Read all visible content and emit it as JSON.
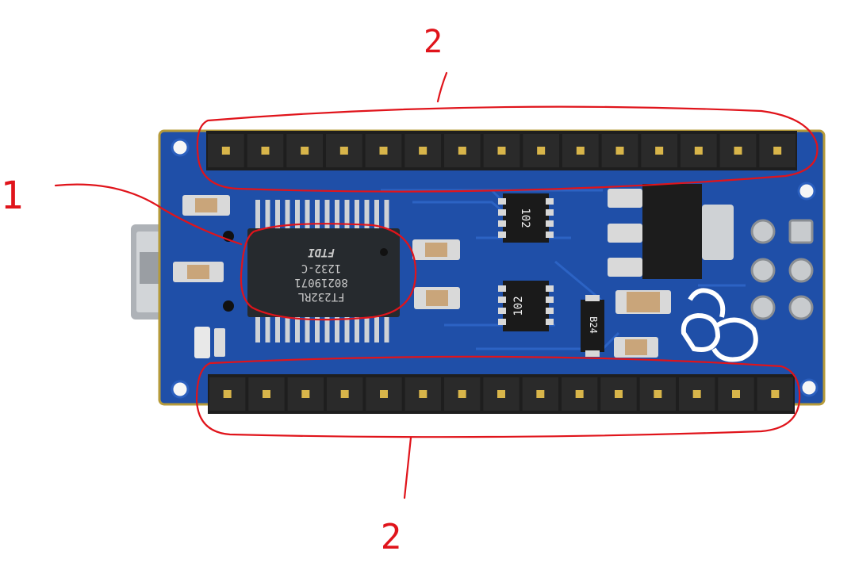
{
  "image": {
    "subject": "Arduino Nano board, bottom side, with hand-drawn red annotations",
    "colors": {
      "background": "#ffffff",
      "pcb": "#1f4fa8",
      "pcb_dark": "#163d86",
      "header_plastic": "#1e1e1e",
      "pin_gold": "#d8b54a",
      "chip": "#262a2e",
      "usb_metal": "#b9bcc0",
      "annotation_red": "#e0141b",
      "smd_cap": "#c9a57a",
      "silkscreen": "#f2f2f2"
    }
  },
  "annotations": {
    "label_chip": "1",
    "label_top_header": "2",
    "label_bottom_header": "2"
  },
  "chip": {
    "line1": "FT232RL",
    "line2": "80219071",
    "line3": "1232-C",
    "logo": "FTDI"
  },
  "resistor_arrays": {
    "top": "102",
    "bottom": "102"
  },
  "diode": {
    "marking": "B24"
  },
  "headers": {
    "top_pin_count": 15,
    "bottom_pin_count": 15
  }
}
